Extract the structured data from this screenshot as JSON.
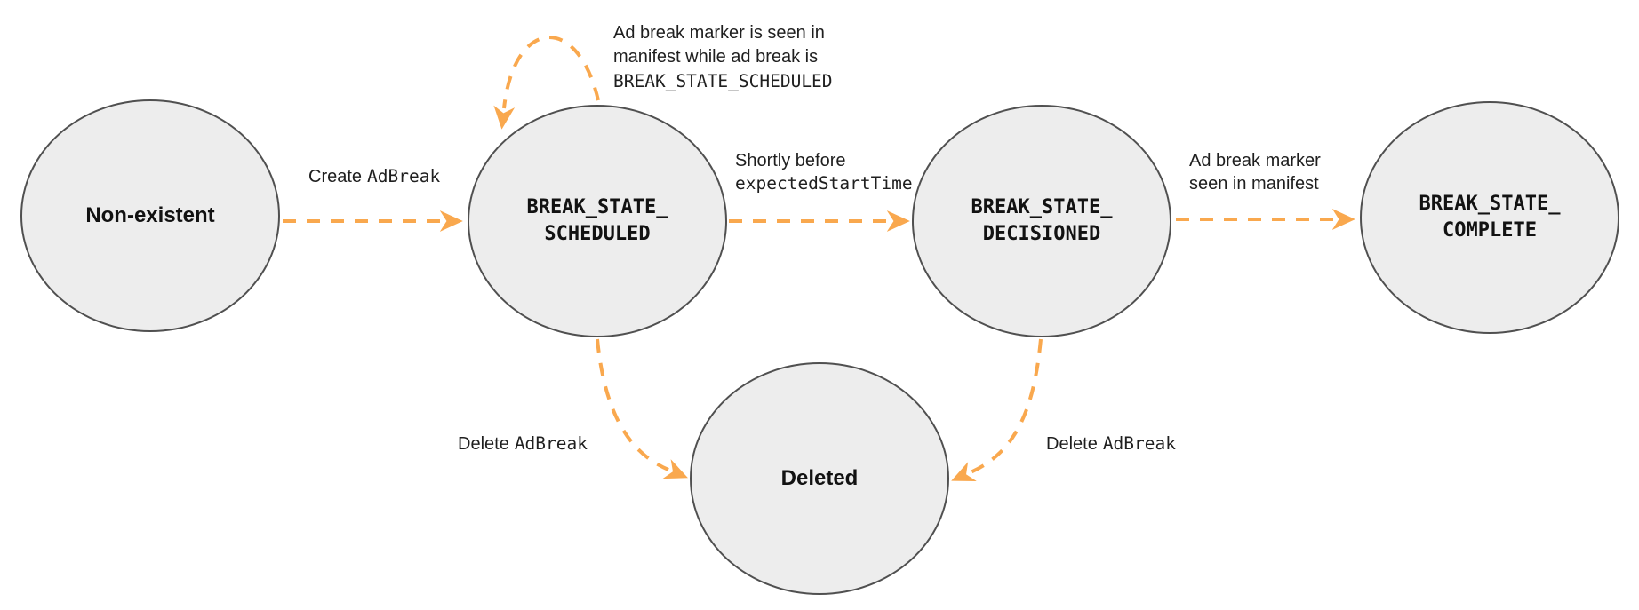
{
  "nodes": [
    {
      "id": "non-existent",
      "label": "Non-existent"
    },
    {
      "id": "break-state-scheduled",
      "line1": "BREAK_STATE_",
      "line2": "SCHEDULED"
    },
    {
      "id": "break-state-decisioned",
      "line1": "BREAK_STATE_",
      "line2": "DECISIONED"
    },
    {
      "id": "break-state-complete",
      "line1": "BREAK_STATE_",
      "line2": "COMPLETE"
    },
    {
      "id": "deleted",
      "label": "Deleted"
    }
  ],
  "edges": {
    "create": {
      "sans": "Create",
      "mono": "AdBreak"
    },
    "self_loop": {
      "line1": "Ad break marker is seen in",
      "line2": "manifest while ad break is",
      "line3": "BREAK_STATE_SCHEDULED"
    },
    "decision": {
      "line1": "Shortly before",
      "line2": "expectedStartTime"
    },
    "marker_seen": {
      "line1": "Ad break marker",
      "line2": "seen in manifest"
    },
    "delete_left": {
      "sans": "Delete",
      "mono": "AdBreak"
    },
    "delete_right": {
      "sans": "Delete",
      "mono": "AdBreak"
    }
  },
  "colors": {
    "arrow": "#F9A84E",
    "node_fill": "#EDEDED",
    "node_stroke": "#505050",
    "text": "#1F1F1F"
  }
}
